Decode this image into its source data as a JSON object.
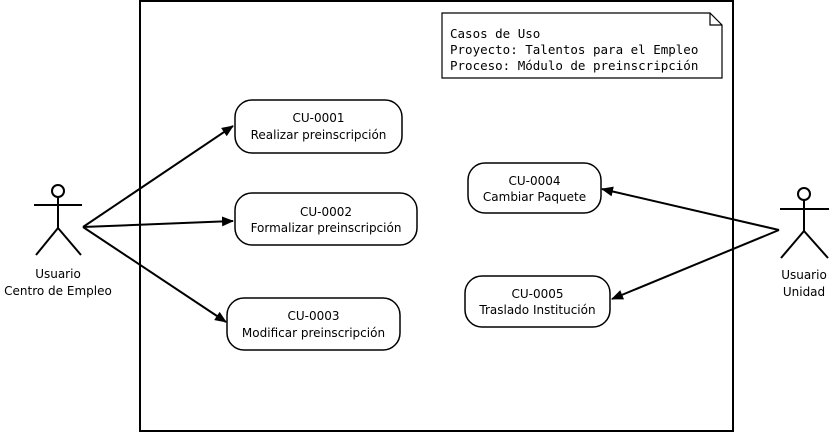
{
  "note": {
    "lines": [
      "Casos de Uso",
      "Proyecto: Talentos para el Empleo",
      "Proceso: Módulo de preinscripción"
    ]
  },
  "actors": [
    {
      "id": "usuario-centro-de-empleo",
      "lines": [
        "Usuario",
        "Centro de Empleo"
      ]
    },
    {
      "id": "usuario-unidad",
      "lines": [
        "Usuario",
        "Unidad"
      ]
    }
  ],
  "use_cases": [
    {
      "id": "cu-0001",
      "code": "CU-0001",
      "label": "Realizar preinscripción"
    },
    {
      "id": "cu-0002",
      "code": "CU-0002",
      "label": "Formalizar preinscripción"
    },
    {
      "id": "cu-0003",
      "code": "CU-0003",
      "label": "Modificar preinscripción"
    },
    {
      "id": "cu-0004",
      "code": "CU-0004",
      "label": "Cambiar Paquete"
    },
    {
      "id": "cu-0005",
      "code": "CU-0005",
      "label": "Traslado Institución"
    }
  ],
  "associations": [
    {
      "from": "usuario-centro-de-empleo",
      "to": "cu-0001"
    },
    {
      "from": "usuario-centro-de-empleo",
      "to": "cu-0002"
    },
    {
      "from": "usuario-centro-de-empleo",
      "to": "cu-0003"
    },
    {
      "from": "usuario-unidad",
      "to": "cu-0004"
    },
    {
      "from": "usuario-unidad",
      "to": "cu-0005"
    }
  ]
}
